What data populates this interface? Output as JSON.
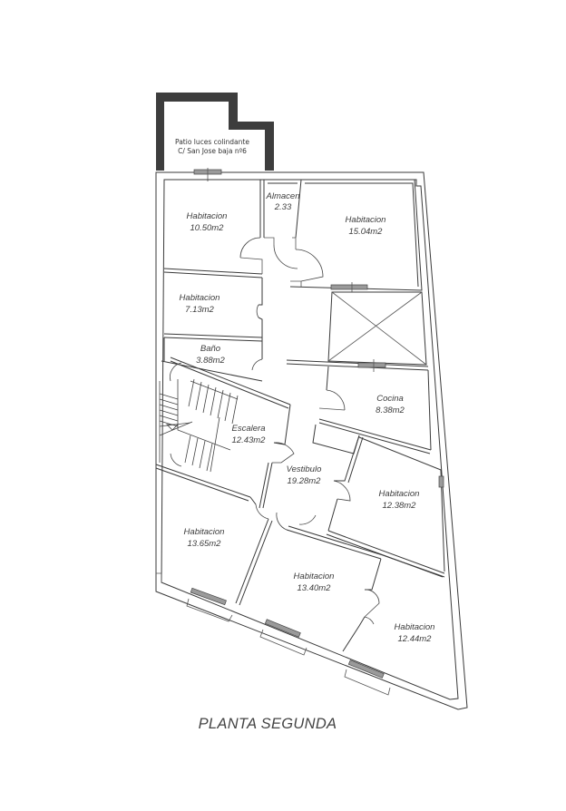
{
  "title": "PLANTA SEGUNDA",
  "patio": {
    "line1": "Patio luces colindante",
    "line2": "C/ San Jose baja nº6"
  },
  "rooms": [
    {
      "id": "habitacion-1",
      "name": "Habitacion",
      "area": "10.50m2"
    },
    {
      "id": "almacen",
      "name": "Almacen",
      "area": "2.33"
    },
    {
      "id": "habitacion-2",
      "name": "Habitacion",
      "area": "15.04m2"
    },
    {
      "id": "habitacion-3",
      "name": "Habitacion",
      "area": "7.13m2"
    },
    {
      "id": "bano",
      "name": "Baño",
      "area": "3.88m2"
    },
    {
      "id": "cocina",
      "name": "Cocina",
      "area": "8.38m2"
    },
    {
      "id": "escalera",
      "name": "Escalera",
      "area": "12.43m2"
    },
    {
      "id": "vestibulo",
      "name": "Vestibulo",
      "area": "19.28m2"
    },
    {
      "id": "habitacion-4",
      "name": "Habitacion",
      "area": "12.38m2"
    },
    {
      "id": "habitacion-5",
      "name": "Habitacion",
      "area": "13.65m2"
    },
    {
      "id": "habitacion-6",
      "name": "Habitacion",
      "area": "13.40m2"
    },
    {
      "id": "habitacion-7",
      "name": "Habitacion",
      "area": "12.44m2"
    }
  ],
  "colors": {
    "line": "#3a3a3a",
    "text": "#3c3c3c",
    "patio_wall": "#3d3d3d",
    "background": "#ffffff"
  }
}
